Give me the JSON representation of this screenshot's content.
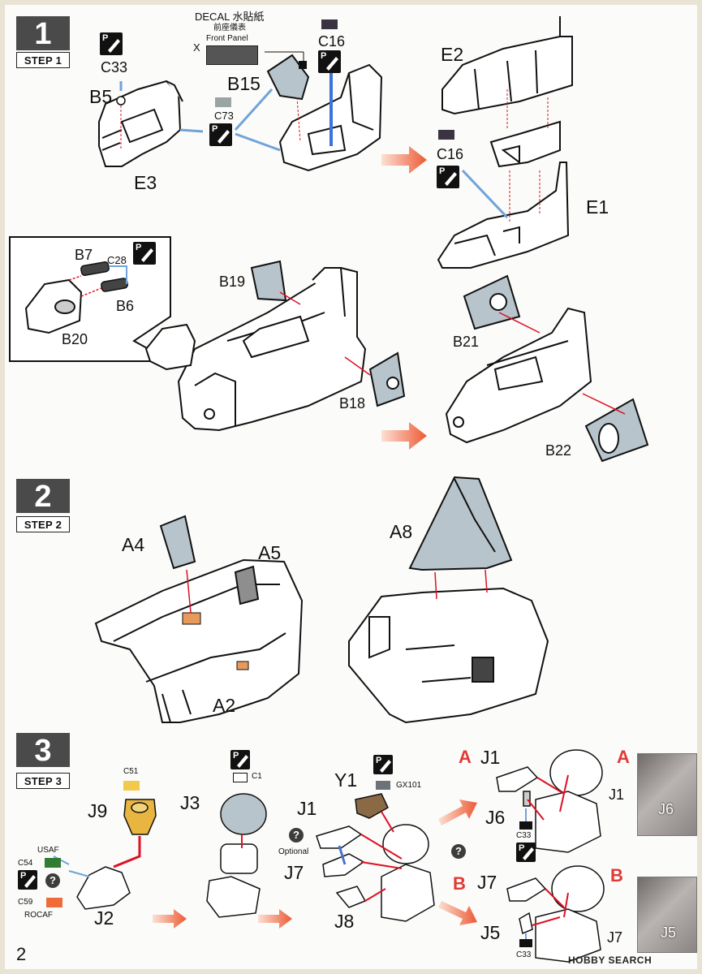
{
  "page_number": "2",
  "watermark": "HOBBY SEARCH",
  "steps": [
    {
      "number": "1",
      "label": "STEP 1"
    },
    {
      "number": "2",
      "label": "STEP 2"
    },
    {
      "number": "3",
      "label": "STEP 3"
    }
  ],
  "step1": {
    "decal_title": "DECAL 水貼紙",
    "decal_subtitle": "前座儀表",
    "decal_name": "Front Panel",
    "decal_x": "X",
    "parts": {
      "c33": "C33",
      "b5": "B5",
      "e3": "E3",
      "c73": "C73",
      "b15": "B15",
      "c16a": "C16",
      "e2": "E2",
      "c16b": "C16",
      "e1": "E1",
      "b7": "B7",
      "c28": "C28",
      "b6": "B6",
      "b20": "B20",
      "b19": "B19",
      "b18": "B18",
      "b21": "B21",
      "b22": "B22"
    },
    "colors": {
      "c16": "#3b3342",
      "c73": "#9aa4a4",
      "c33": "#111111"
    }
  },
  "step2": {
    "parts": {
      "a4": "A4",
      "a5": "A5",
      "a2": "A2",
      "a8": "A8"
    }
  },
  "step3": {
    "parts": {
      "c51": "C51",
      "j9": "J9",
      "usaf": "USAF",
      "c54": "C54",
      "c59": "C59",
      "rocaf": "ROCAF",
      "j2": "J2",
      "j3": "J3",
      "c1": "C1",
      "y1": "Y1",
      "gx101": "GX101",
      "j1": "J1",
      "optional": "Optional",
      "j7": "J7",
      "j8": "J8",
      "a_marker": "A",
      "j1a": "J1",
      "j6": "J6",
      "c33a": "C33",
      "b_marker": "B",
      "j7b": "J7",
      "j5": "J5",
      "c33b": "C33",
      "photo_a_marker": "A",
      "photo_a_j1": "J1",
      "photo_a_j6": "J6",
      "photo_b_marker": "B",
      "photo_b_j7": "J7",
      "photo_b_j5": "J5"
    },
    "colors": {
      "c51": "#f2c94c",
      "c54": "#2e7d32",
      "c59": "#ef6c3a",
      "gx101": "#6c7378",
      "c1": "#ffffff"
    }
  },
  "paint_marker": "P"
}
